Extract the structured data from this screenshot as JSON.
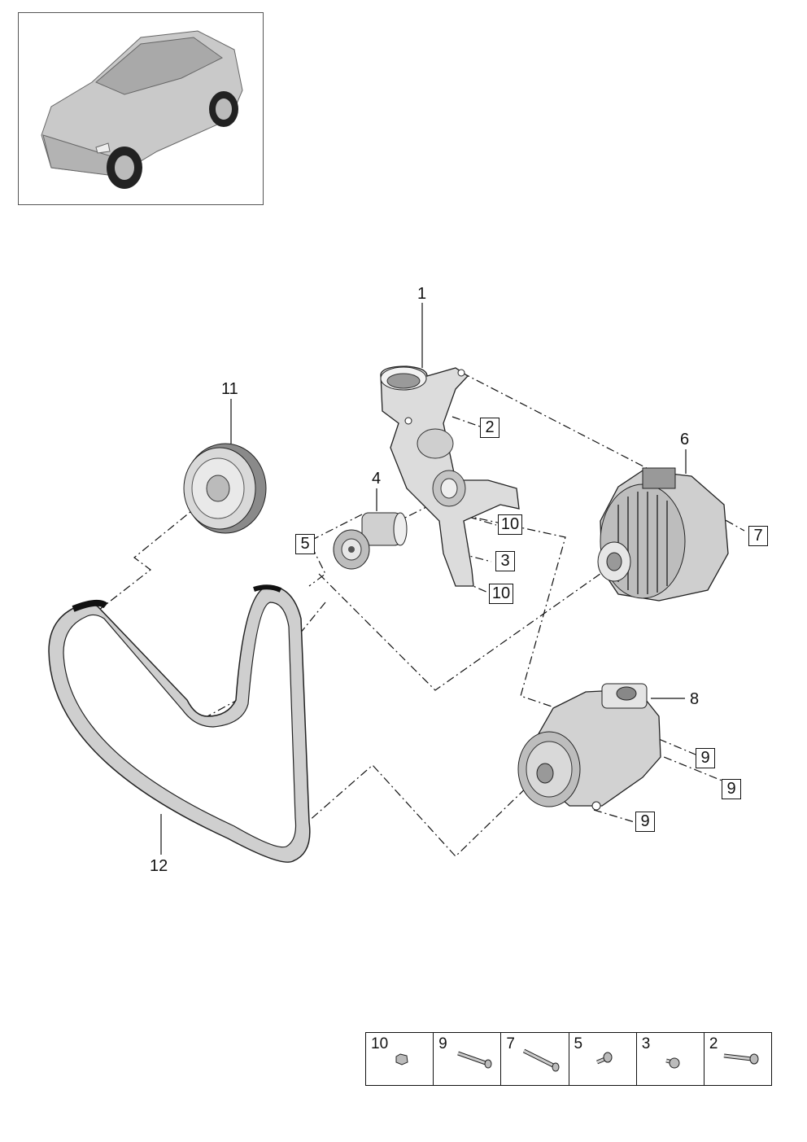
{
  "callouts": {
    "c1": "1",
    "c2": "2",
    "c3": "3",
    "c4": "4",
    "c5": "5",
    "c6": "6",
    "c7": "7",
    "c8": "8",
    "c9a": "9",
    "c9b": "9",
    "c9c": "9",
    "c10a": "10",
    "c10b": "10",
    "c11": "11",
    "c12": "12"
  },
  "fasteners": [
    "10",
    "9",
    "7",
    "5",
    "3",
    "2"
  ],
  "colors": {
    "line": "#111111",
    "part_fill": "#d9d9d9",
    "part_dark": "#8a8a8a"
  }
}
